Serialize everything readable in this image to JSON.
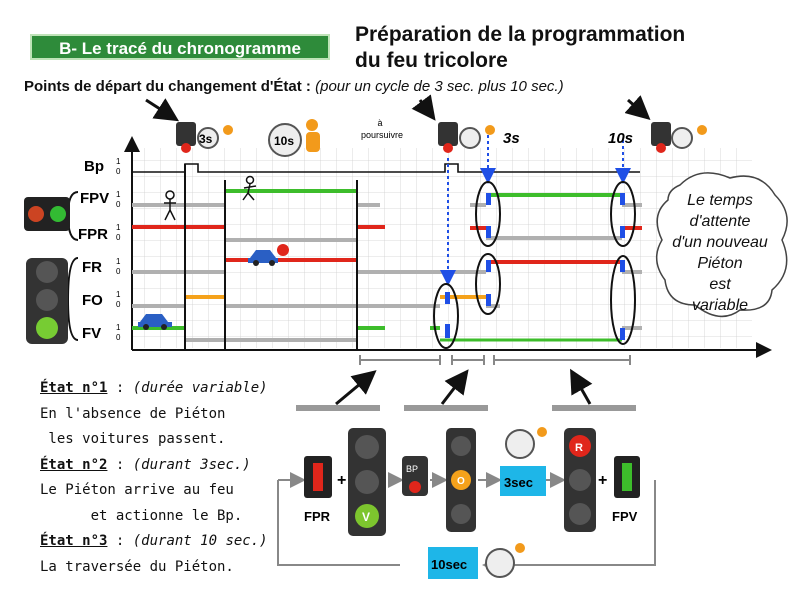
{
  "section_badge": "B- Le tracé du chronogramme",
  "title_line1": "Préparation de la programmation",
  "title_line2": "du feu tricolore",
  "subtitle_bold": "Points de départ du changement d'État :",
  "subtitle_italic": "(pour un cycle de 3 sec. plus 10 sec.)",
  "timeline": {
    "timer_3s": "3s",
    "timer_10s": "10s",
    "a_poursuivre_1": "à",
    "a_poursuivre_2": "poursuivre",
    "marker_3s": "3s",
    "marker_10s": "10s",
    "bp_label": "BP"
  },
  "signals": [
    {
      "name": "Bp"
    },
    {
      "name": "FPV"
    },
    {
      "name": "FPR"
    },
    {
      "name": "FR"
    },
    {
      "name": "FO"
    },
    {
      "name": "FV"
    }
  ],
  "levels": {
    "one": "1",
    "zero": "0"
  },
  "bubble": [
    "Le temps",
    "d'attente",
    "d'un nouveau",
    "Piéton",
    "est",
    "variable"
  ],
  "states": {
    "s1_head": "État n°1",
    "s1_sep": " : ",
    "s1_note": "(durée variable)",
    "s1_l1": "En l'absence de Piéton",
    "s1_l2": " les voitures passent.",
    "s2_head": "État n°2",
    "s2_sep": " : ",
    "s2_note": "(durant 3sec.)",
    "s2_l1": "Le Piéton arrive au feu",
    "s2_l2": "      et actionne le Bp.",
    "s3_head": "État n°3",
    "s3_sep": " : ",
    "s3_note": "(durant 10 sec.)",
    "s3_l1": "La traversée du Piéton."
  },
  "flow": {
    "fpr_label": "FPR",
    "fpv_label": "FPV",
    "plus": "+",
    "sec3": "3sec",
    "sec10": "10sec",
    "bp_label": "BP",
    "v_letter": "V",
    "o_letter": "O",
    "r_letter": "R"
  },
  "colors": {
    "green": "#3dbd2b",
    "red": "#e0261b",
    "orange": "#f5a21b",
    "blue": "#1f4fe6",
    "gray": "#b0b0b0",
    "cyan": "#1eb6e8",
    "badge": "#2e8b3a"
  }
}
